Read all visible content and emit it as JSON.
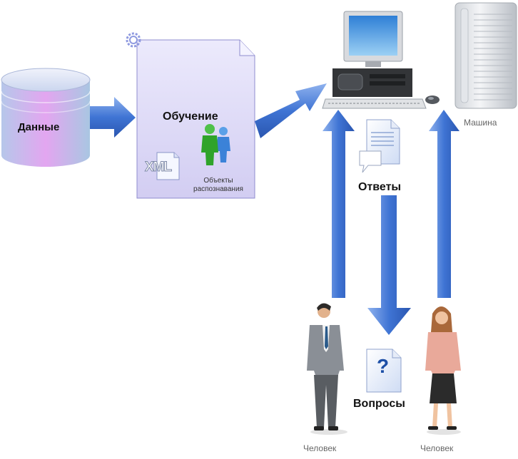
{
  "nodes": {
    "data": {
      "label": "Данные"
    },
    "training": {
      "label": "Обучение",
      "objects_label": "Объекты распознавания",
      "xml_badge": "XML"
    },
    "answers": {
      "label": "Ответы"
    },
    "questions": {
      "label": "Вопросы",
      "question_mark": "?"
    },
    "machine": {
      "label": "Машина"
    },
    "human_left": {
      "label": "Человек"
    },
    "human_right": {
      "label": "Человек"
    }
  },
  "icons": [
    "database-icon",
    "document-icon",
    "gear-icon",
    "xml-file-icon",
    "users-icon",
    "computer-icon",
    "server-tower-icon",
    "mouse-icon",
    "chat-document-icon",
    "question-document-icon",
    "man-icon",
    "woman-icon"
  ],
  "colors": {
    "arrow": "#3f74d4",
    "arrow_light": "#8fb2ee",
    "document_fill": "#dcd8f5",
    "database_top": "#c9d8ef",
    "database_mid": "#d79be6"
  }
}
